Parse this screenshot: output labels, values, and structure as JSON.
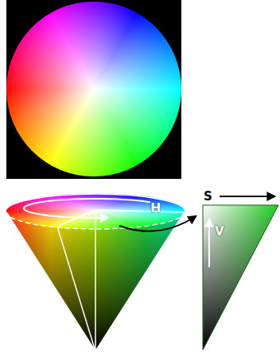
{
  "diagram": {
    "labels": [
      "H",
      "S",
      "V"
    ]
  }
}
